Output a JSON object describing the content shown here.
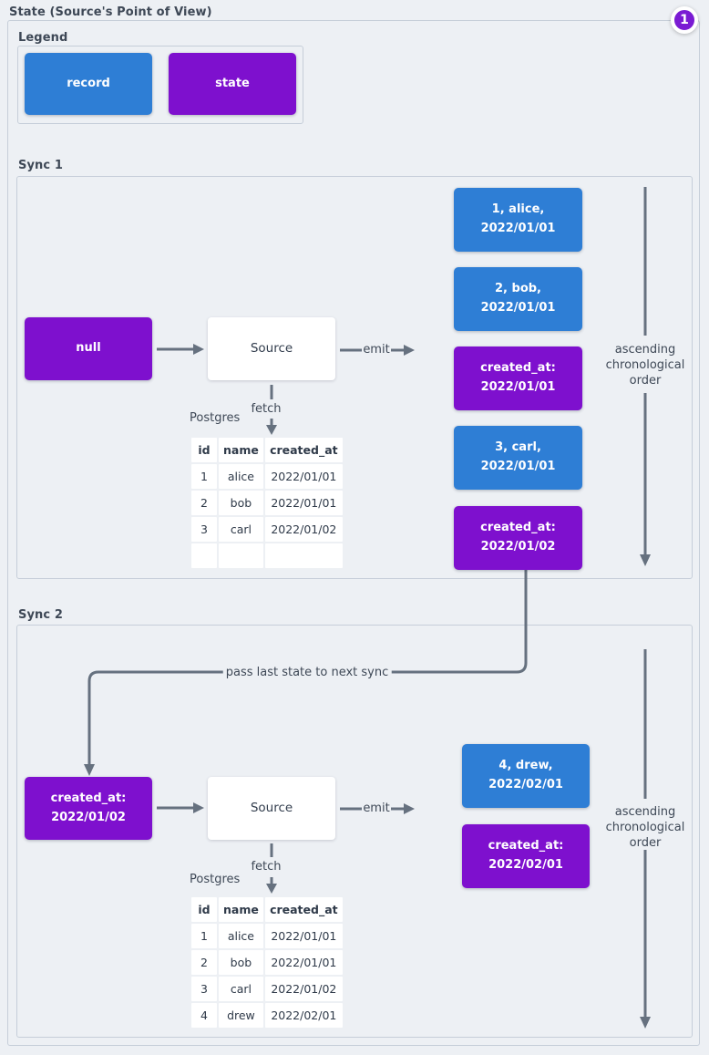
{
  "colors": {
    "background": "#edf0f4",
    "record_blue": "#2e7ed5",
    "state_purple": "#7e10ce",
    "badge_purple": "#7a1bd3",
    "arrow_gray": "#66717f",
    "frame_border": "#c6ced9",
    "label_text": "#3e4856"
  },
  "page": {
    "title": "State (Source's Point of View)",
    "badge": "1"
  },
  "legend": {
    "label": "Legend",
    "items": [
      {
        "label": "record"
      },
      {
        "label": "state"
      }
    ]
  },
  "sync1": {
    "label": "Sync 1",
    "input_state": "null",
    "source": "Source",
    "emit": "emit",
    "fetch": "fetch",
    "postgres": "Postgres",
    "order_note": "ascending chronological order",
    "messages": [
      {
        "type": "record",
        "label": "1, alice, 2022/01/01"
      },
      {
        "type": "record",
        "label": "2, bob, 2022/01/01"
      },
      {
        "type": "state",
        "label": "created_at: 2022/01/01"
      },
      {
        "type": "record",
        "label": "3, carl, 2022/01/01"
      },
      {
        "type": "state",
        "label": "created_at: 2022/01/02"
      }
    ],
    "table": {
      "headers": [
        "id",
        "name",
        "created_at"
      ],
      "rows": [
        [
          "1",
          "alice",
          "2022/01/01"
        ],
        [
          "2",
          "bob",
          "2022/01/01"
        ],
        [
          "3",
          "carl",
          "2022/01/02"
        ],
        [
          "",
          "",
          ""
        ]
      ]
    }
  },
  "connector": {
    "label": "pass last state to next sync"
  },
  "sync2": {
    "label": "Sync 2",
    "input_state": "created_at: 2022/01/02",
    "source": "Source",
    "emit": "emit",
    "fetch": "fetch",
    "postgres": "Postgres",
    "order_note": "ascending chronological order",
    "messages": [
      {
        "type": "record",
        "label": "4, drew, 2022/02/01"
      },
      {
        "type": "state",
        "label": "created_at: 2022/02/01"
      }
    ],
    "table": {
      "headers": [
        "id",
        "name",
        "created_at"
      ],
      "rows": [
        [
          "1",
          "alice",
          "2022/01/01"
        ],
        [
          "2",
          "bob",
          "2022/01/01"
        ],
        [
          "3",
          "carl",
          "2022/01/02"
        ],
        [
          "4",
          "drew",
          "2022/02/01"
        ]
      ]
    }
  }
}
